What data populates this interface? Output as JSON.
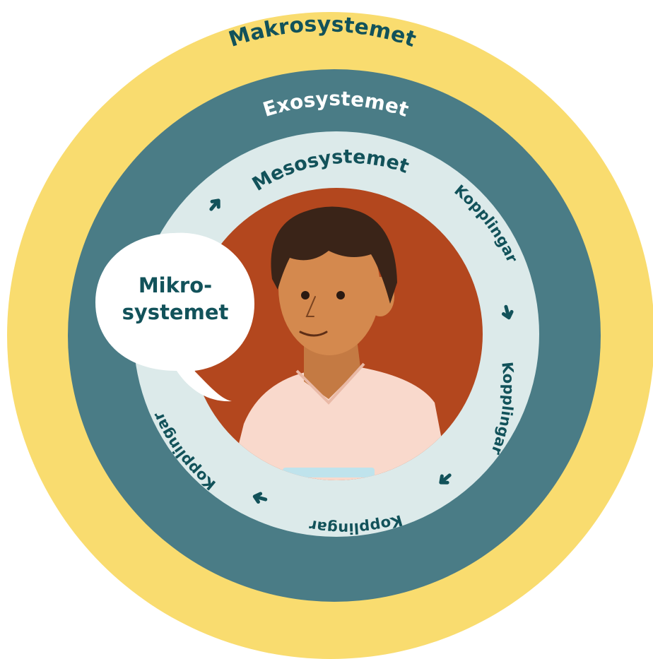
{
  "rings": {
    "macro": {
      "label": "Makrosystemet",
      "color": "#F9DC6F",
      "text_color": "#12525A"
    },
    "exo": {
      "label": "Exosystemet",
      "color": "#4A7C86",
      "text_color": "#FFFFFF"
    },
    "meso": {
      "label": "Mesosystemet",
      "color": "#DCEAEA",
      "text_color": "#12525A"
    },
    "center": {
      "color": "#B3471E"
    }
  },
  "connections": {
    "labels": [
      "Kopplingar",
      "Kopplingar",
      "Kopplingar",
      "Kopplingar"
    ],
    "arrow_icon": "curved-arrow-icon",
    "arrow_color": "#12525A"
  },
  "speech_bubble": {
    "line1": "Mikro-",
    "line2": "systemet",
    "text_color": "#12525A"
  },
  "person": {
    "icon": "child-portrait-icon",
    "skin": "#D4894E",
    "hair": "#3A2418",
    "shirt": "#F9D9CC"
  }
}
